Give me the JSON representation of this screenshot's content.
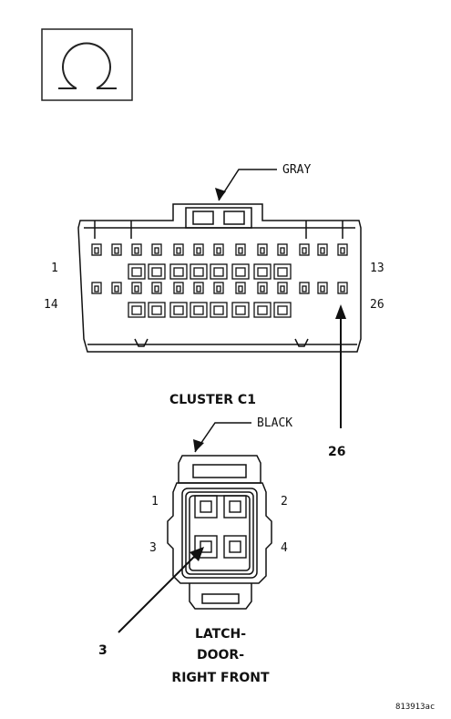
{
  "connector_c1": {
    "color_callout": "GRAY",
    "pin_labels": {
      "top_left": "1",
      "top_right": "13",
      "bottom_left": "14",
      "bottom_right": "26"
    },
    "callout_pin": "26",
    "name": "CLUSTER C1"
  },
  "connector_latch": {
    "color_callout": "BLACK",
    "pin_labels": {
      "p1": "1",
      "p2": "2",
      "p3": "3",
      "p4": "4"
    },
    "callout_pin": "3",
    "name_line1": "LATCH-",
    "name_line2": "DOOR-",
    "name_line3": "RIGHT FRONT"
  },
  "figure_id": "813913ac"
}
